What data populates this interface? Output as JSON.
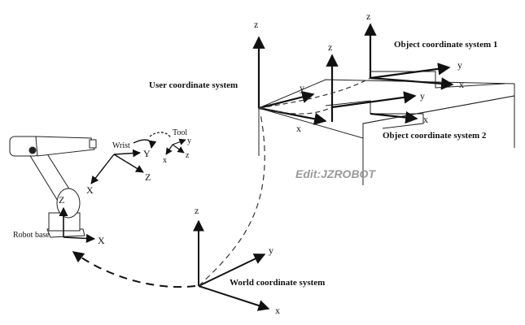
{
  "labels": {
    "user_cs": "User coordinate system",
    "object_cs_1": "Object coordinate system 1",
    "object_cs_2": "Object coordinate system 2",
    "world_cs": "World coordinate system",
    "robot_base": "Robot base",
    "wrist": "Wrist",
    "tool": "Tool",
    "watermark": "Edit:JZROBOT"
  },
  "axes": {
    "z": "z",
    "Z": "Z",
    "y": "y",
    "Y": "Y",
    "x": "x",
    "X": "X"
  }
}
